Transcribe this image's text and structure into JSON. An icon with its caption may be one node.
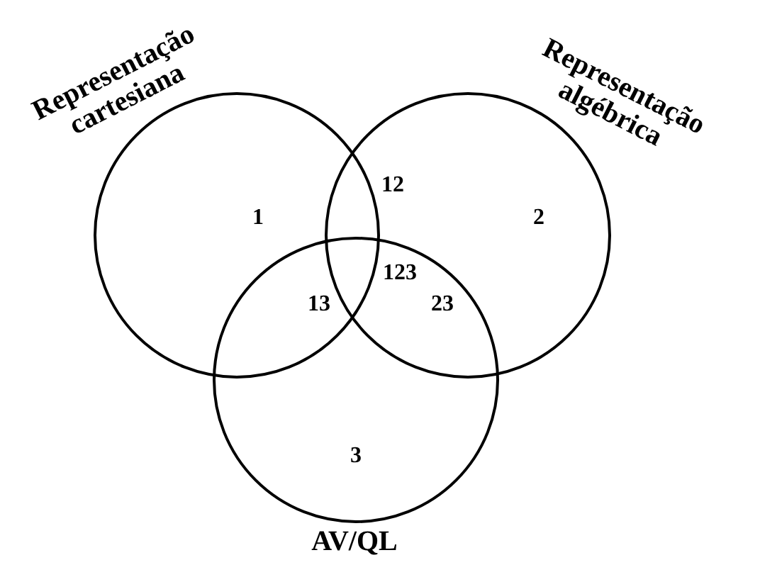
{
  "diagram": {
    "nodes": [
      {
        "text": [
          "Representação cartesiana"
        ]
      },
      {
        "text": [
          "Representação algébrica"
        ]
      },
      {
        "text": [
          "AV/QL"
        ]
      }
    ],
    "labels": [
      "12",
      "1",
      "2",
      "123",
      "13",
      "23",
      "3"
    ]
  }
}
